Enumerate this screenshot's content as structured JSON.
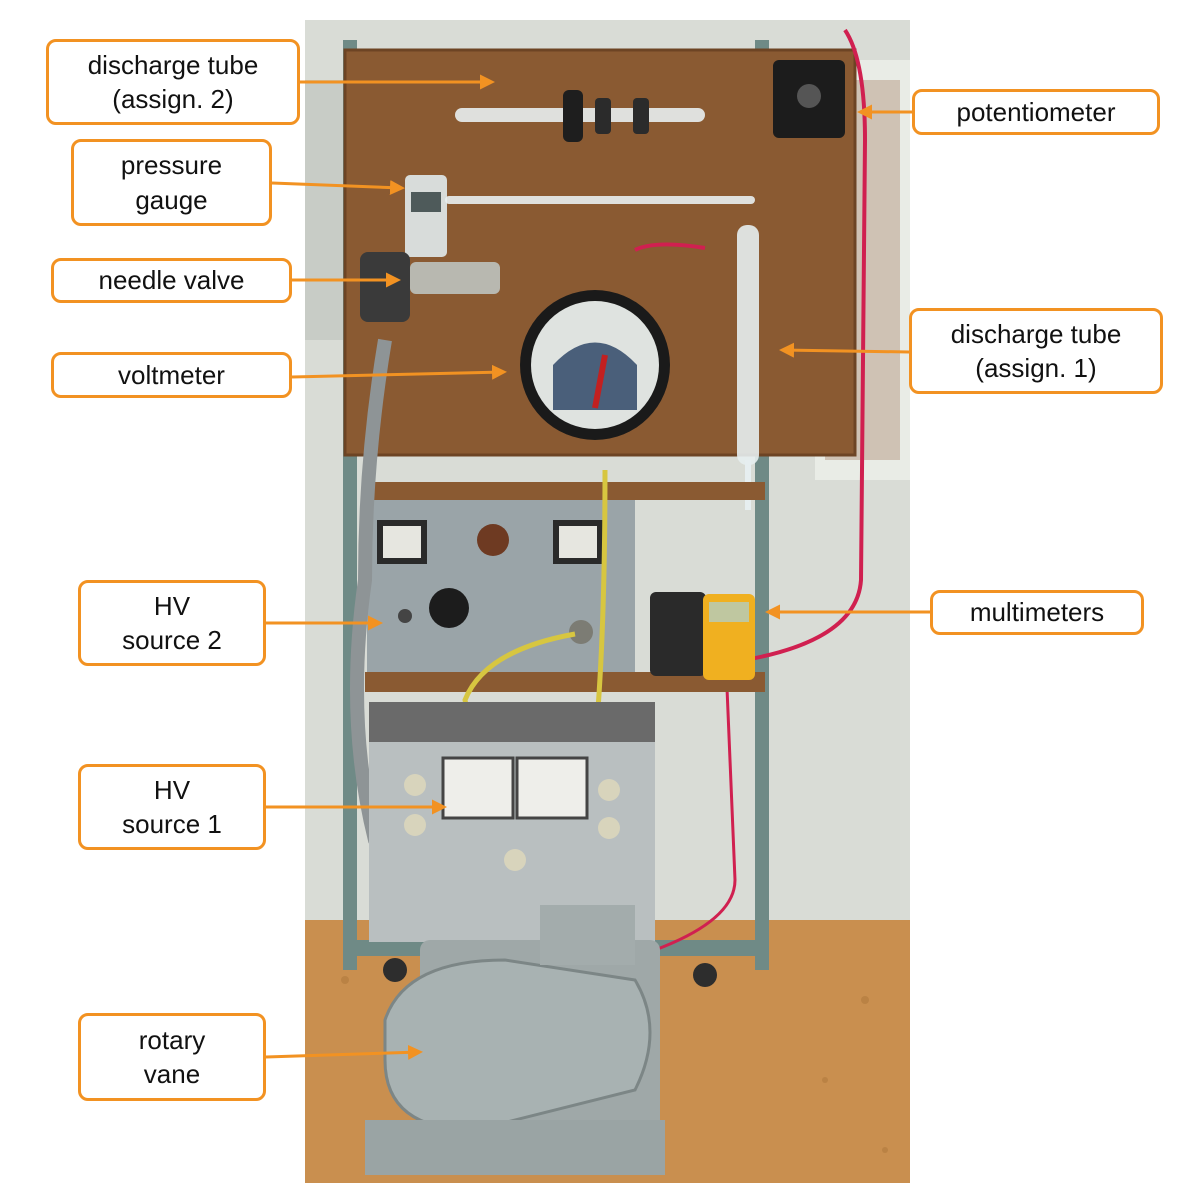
{
  "colors": {
    "callout_accent": "#f29222",
    "board_wood": "#8a5a32",
    "cabinet_grey": "#a9b0b3"
  },
  "labels": {
    "discharge_tube_2": "discharge tube\n(assign. 2)",
    "pressure_gauge": "pressure\ngauge",
    "needle_valve": "needle valve",
    "voltmeter": "voltmeter",
    "hv_source_2": "HV\nsource 2",
    "hv_source_1": "HV\nsource 1",
    "rotary_vane": "rotary\nvane",
    "potentiometer": "potentiometer",
    "discharge_tube_1": "discharge tube\n(assign. 1)",
    "multimeters": "multimeters"
  }
}
